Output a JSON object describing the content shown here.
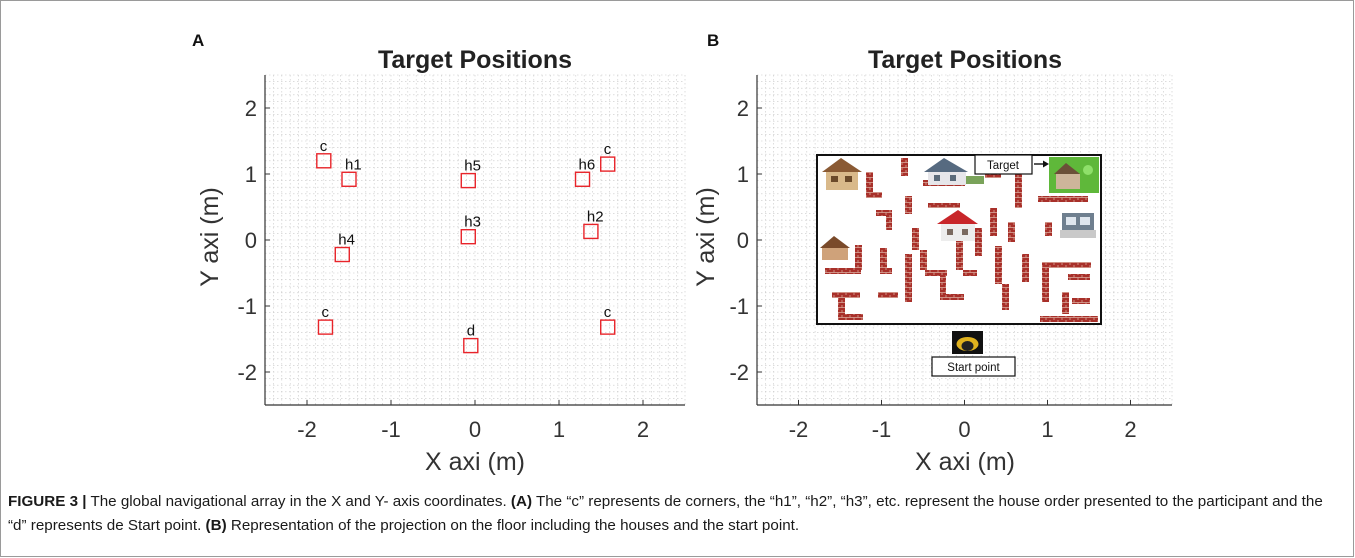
{
  "chart_data": [
    {
      "type": "scatter",
      "panel_label": "A",
      "title": "Target Positions",
      "xlabel": "X axi (m)",
      "ylabel": "Y axi (m)",
      "xlim": [
        -2.5,
        2.5
      ],
      "ylim": [
        -2.5,
        2.5
      ],
      "xticks": [
        -2,
        -1,
        0,
        1,
        2
      ],
      "yticks": [
        -2,
        -1,
        0,
        1,
        2
      ],
      "grid": "dotted minor",
      "marker": "open-square",
      "marker_color": "#e8242a",
      "points": [
        {
          "label": "c",
          "x": -1.8,
          "y": 1.2
        },
        {
          "label": "h1",
          "x": -1.5,
          "y": 0.92
        },
        {
          "label": "h5",
          "x": -0.08,
          "y": 0.9
        },
        {
          "label": "h6",
          "x": 1.28,
          "y": 0.92
        },
        {
          "label": "c",
          "x": 1.58,
          "y": 1.15
        },
        {
          "label": "h3",
          "x": -0.08,
          "y": 0.05
        },
        {
          "label": "h2",
          "x": 1.38,
          "y": 0.13
        },
        {
          "label": "h4",
          "x": -1.58,
          "y": -0.22
        },
        {
          "label": "c",
          "x": -1.78,
          "y": -1.32
        },
        {
          "label": "d",
          "x": -0.05,
          "y": -1.6
        },
        {
          "label": "c",
          "x": 1.58,
          "y": -1.32
        }
      ]
    },
    {
      "type": "scatter",
      "panel_label": "B",
      "title": "Target Positions",
      "xlabel": "X axi (m)",
      "ylabel": "Y axi (m)",
      "xlim": [
        -2.5,
        2.5
      ],
      "ylim": [
        -2.5,
        2.5
      ],
      "xticks": [
        -2,
        -1,
        0,
        1,
        2
      ],
      "yticks": [
        -2,
        -1,
        0,
        1,
        2
      ],
      "grid": "dotted minor",
      "inset": {
        "description": "maze floor projection with houses",
        "x_range": [
          -1.8,
          1.65
        ],
        "y_range": [
          -1.35,
          1.25
        ],
        "target_label": "Target",
        "start_label": "Start point"
      }
    }
  ],
  "caption": {
    "lead": "FIGURE 3 |",
    "parts": [
      {
        "bold": false,
        "text": " The global navigational array in the X and Y- axis coordinates. "
      },
      {
        "bold": true,
        "text": "(A)"
      },
      {
        "bold": false,
        "text": " The “c” represents de corners, the “h1”, “h2”, “h3”, etc. represent the house order presented to the participant and the “d” represents de Start point. "
      },
      {
        "bold": true,
        "text": "(B)"
      },
      {
        "bold": false,
        "text": " Representation of the projection on the floor including the houses and the start point."
      }
    ]
  },
  "colors": {
    "marker": "#e8242a",
    "brick": "#a8302a",
    "target_highlight": "#5fb83a",
    "axis": "#333333",
    "grid": "#c8c8c8"
  }
}
